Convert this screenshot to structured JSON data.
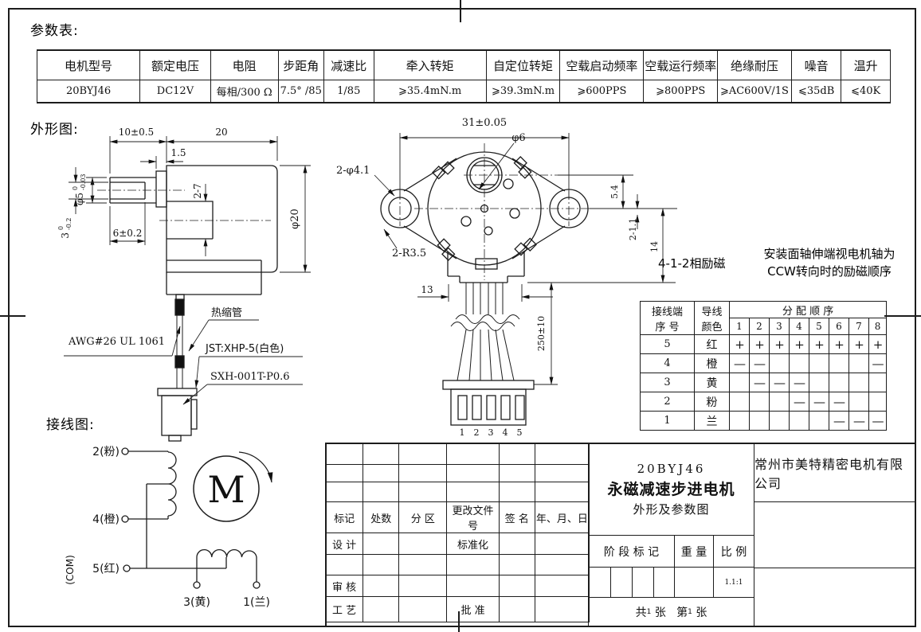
{
  "labels": {
    "param": "参数表:",
    "outline": "外形图:",
    "wiring": "接线图:"
  },
  "param_table": {
    "columns": [
      {
        "label": "电机型号",
        "value": "20BYJ46"
      },
      {
        "label": "额定电压",
        "value": "DC12V"
      },
      {
        "label": "电阻",
        "value": "每相/300 Ω"
      },
      {
        "label": "步距角",
        "value": "7.5° /85"
      },
      {
        "label": "减速比",
        "value": "1/85"
      },
      {
        "label": "牵入转矩",
        "value": "⩾35.4mN.m"
      },
      {
        "label": "自定位转矩",
        "value": "⩾39.3mN.m"
      },
      {
        "label": "空载启动频率",
        "value": "⩾600PPS"
      },
      {
        "label": "空载运行频率",
        "value": "⩾800PPS"
      },
      {
        "label": "绝缘耐压",
        "value": "⩾AC600V/1S"
      },
      {
        "label": "噪音",
        "value": "⩽35dB"
      },
      {
        "label": "温升",
        "value": "⩽40K"
      }
    ]
  },
  "side": {
    "dims": {
      "len_shaft": "10±0.5",
      "len_body": "20",
      "step": "1.5",
      "shaft_dia": "φ5",
      "shaft_tol_hi": "0",
      "shaft_tol_lo": "-0.03",
      "flat": "3",
      "flat_tol_hi": "0",
      "flat_tol_lo": "-0.2",
      "flat_len": "6±0.2",
      "holes": "2-7",
      "body_dia": "φ20"
    },
    "cable_labels": {
      "heat_shrink": "热缩管",
      "wire": "AWG#26 UL 1061",
      "connector": "JST:XHP-5(白色)",
      "terminal": "SXH-001T-P0.6"
    }
  },
  "front": {
    "dims": {
      "width": "31±0.05",
      "shaft": "φ6",
      "holes": "2-φ4.1",
      "ear_radius": "2-R3.5",
      "shaft_offset": "5.4",
      "slots": "2-1.1",
      "height": "14",
      "cable_width": "13",
      "cable_length": "250±10"
    },
    "pins": [
      "1",
      "2",
      "3",
      "4",
      "5"
    ]
  },
  "excitation": {
    "mode": "4-1-2相励磁",
    "note_line1": "安装面轴伸端视电机轴为",
    "note_line2": "CCW转向时的励磁顺序",
    "header": {
      "terminal_l1": "接线端",
      "terminal_l2": "序 号",
      "wire_l1": "导线",
      "wire_l2": "颜色",
      "sequence": "分 配 顺 序",
      "steps": [
        "1",
        "2",
        "3",
        "4",
        "5",
        "6",
        "7",
        "8"
      ]
    },
    "rows": [
      {
        "no": "5",
        "color": "红",
        "marks": [
          "+",
          "+",
          "+",
          "+",
          "+",
          "+",
          "+",
          "+"
        ]
      },
      {
        "no": "4",
        "color": "橙",
        "marks": [
          "—",
          "—",
          "",
          "",
          "",
          "",
          "",
          "—"
        ]
      },
      {
        "no": "3",
        "color": "黄",
        "marks": [
          "",
          "—",
          "—",
          "—",
          "",
          "",
          "",
          ""
        ]
      },
      {
        "no": "2",
        "color": "粉",
        "marks": [
          "",
          "",
          "",
          "—",
          "—",
          "—",
          "",
          ""
        ]
      },
      {
        "no": "1",
        "color": "兰",
        "marks": [
          "",
          "",
          "",
          "",
          "",
          "—",
          "—",
          "—"
        ]
      }
    ]
  },
  "wiring": {
    "t2": "2(粉)",
    "t4": "4(橙)",
    "t5": "5(红)",
    "com": "(COM)",
    "t3": "3(黄)",
    "t1": "1(兰)",
    "motor": "M"
  },
  "title_block": {
    "rev_headers": [
      "标记",
      "处数",
      "分  区",
      "更改文件号",
      "签 名",
      "年、月、日"
    ],
    "design": "设 计",
    "standardize": "标准化",
    "audit": "审 核",
    "process": "工 艺",
    "approve": "批 准",
    "model": "20BYJ46",
    "product": "永磁减速步进电机",
    "doc_type": "外形及参数图",
    "company": "常州市美特精密电机有限公司",
    "stage": "阶 段 标 记",
    "weight": "重 量",
    "scale": "比 例",
    "scale_value": "1.1:1",
    "sheet_total_label": "共",
    "sheet_total": "1",
    "sheet_unit1": "张",
    "sheet_page_label": "第",
    "sheet_page": "1",
    "sheet_unit2": "张"
  }
}
